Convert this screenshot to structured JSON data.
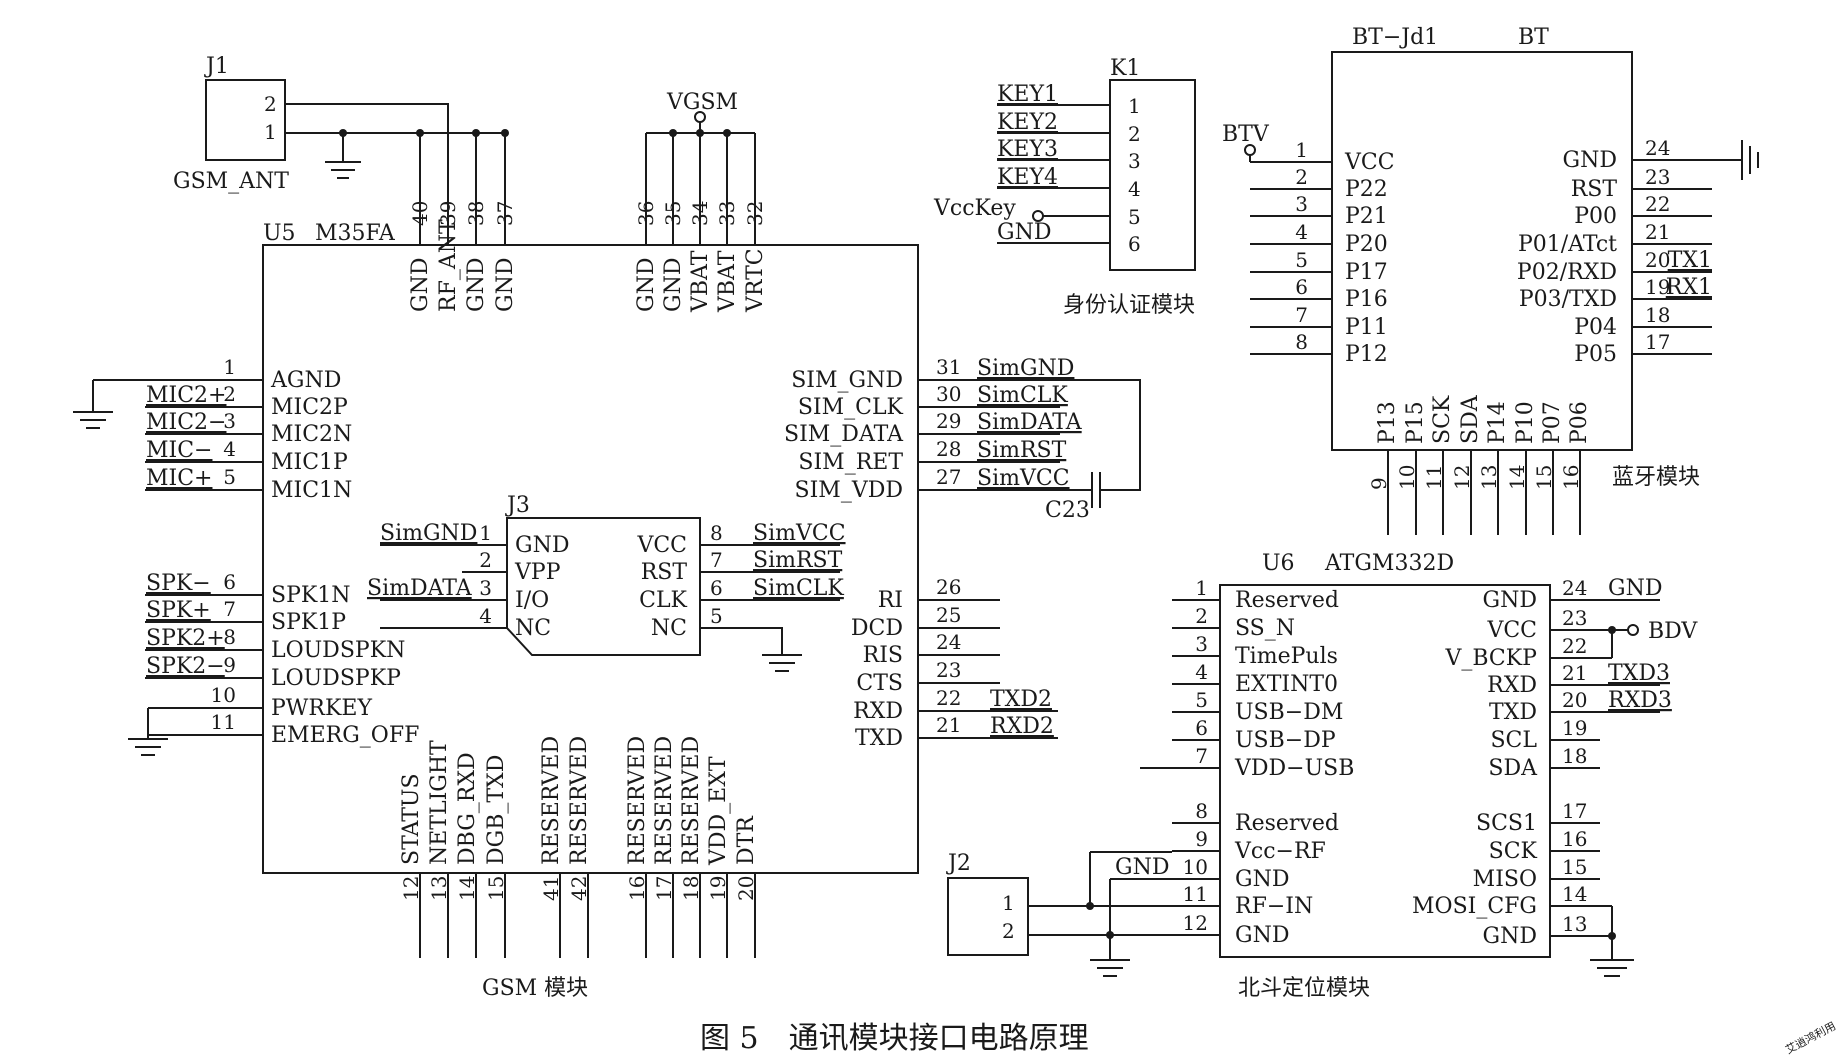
{
  "caption": "图 5　通讯模块接口电路原理",
  "watermark": "艾逍鸿利用",
  "modules": {
    "j1": {
      "ref": "J1",
      "name": "GSM_ANT",
      "pins": [
        "2",
        "1"
      ]
    },
    "u5": {
      "ref": "U5",
      "part": "M35FA",
      "label": "GSM 模块",
      "vgsm": "VGSM",
      "top_pins": [
        {
          "num": "40",
          "name": "GND"
        },
        {
          "num": "39",
          "name": "RF_ANT"
        },
        {
          "num": "38",
          "name": "GND"
        },
        {
          "num": "37",
          "name": "GND"
        },
        {
          "num": "36",
          "name": "GND"
        },
        {
          "num": "35",
          "name": "GND"
        },
        {
          "num": "34",
          "name": "VBAT"
        },
        {
          "num": "33",
          "name": "VBAT"
        },
        {
          "num": "32",
          "name": "VRTC"
        }
      ],
      "left_pins": [
        {
          "num": "1",
          "name": "AGND",
          "net": ""
        },
        {
          "num": "2",
          "name": "MIC2P",
          "net": "MIC2+"
        },
        {
          "num": "3",
          "name": "MIC2N",
          "net": "MIC2−"
        },
        {
          "num": "4",
          "name": "MIC1P",
          "net": "MIC−"
        },
        {
          "num": "5",
          "name": "MIC1N",
          "net": "MIC+"
        },
        {
          "num": "6",
          "name": "SPK1N",
          "net": "SPK−"
        },
        {
          "num": "7",
          "name": "SPK1P",
          "net": "SPK+"
        },
        {
          "num": "8",
          "name": "LOUDSPKN",
          "net": "SPK2+"
        },
        {
          "num": "9",
          "name": "LOUDSPKP",
          "net": "SPK2−"
        },
        {
          "num": "10",
          "name": "PWRKEY",
          "net": ""
        },
        {
          "num": "11",
          "name": "EMERG_OFF",
          "net": ""
        }
      ],
      "right_pins": [
        {
          "num": "31",
          "name": "SIM_GND",
          "net": "SimGND"
        },
        {
          "num": "30",
          "name": "SIM_CLK",
          "net": "SimCLK"
        },
        {
          "num": "29",
          "name": "SIM_DATA",
          "net": "SimDATA"
        },
        {
          "num": "28",
          "name": "SIM_RET",
          "net": "SimRST"
        },
        {
          "num": "27",
          "name": "SIM_VDD",
          "net": "SimVCC"
        },
        {
          "num": "26",
          "name": "RI",
          "net": ""
        },
        {
          "num": "25",
          "name": "DCD",
          "net": ""
        },
        {
          "num": "24",
          "name": "RIS",
          "net": ""
        },
        {
          "num": "23",
          "name": "CTS",
          "net": ""
        },
        {
          "num": "22",
          "name": "RXD",
          "net": "TXD2"
        },
        {
          "num": "21",
          "name": "TXD",
          "net": "RXD2"
        }
      ],
      "bottom_pins": [
        {
          "num": "12",
          "name": "STATUS"
        },
        {
          "num": "13",
          "name": "NETLIGHT"
        },
        {
          "num": "14",
          "name": "DBG_RXD"
        },
        {
          "num": "15",
          "name": "DGB_TXD"
        },
        {
          "num": "41",
          "name": "RESERVED"
        },
        {
          "num": "42",
          "name": "RESERVED"
        },
        {
          "num": "16",
          "name": "RESERVED"
        },
        {
          "num": "17",
          "name": "RESERVED"
        },
        {
          "num": "18",
          "name": "RESERVED"
        },
        {
          "num": "19",
          "name": "VDD_EXT"
        },
        {
          "num": "20",
          "name": "DTR"
        }
      ],
      "cap": "C23"
    },
    "j3": {
      "ref": "J3",
      "left_pins": [
        {
          "num": "1",
          "name": "GND",
          "net": "SimGND"
        },
        {
          "num": "2",
          "name": "VPP",
          "net": ""
        },
        {
          "num": "3",
          "name": "I/O",
          "net": "SimDATA"
        },
        {
          "num": "4",
          "name": "NC",
          "net": ""
        }
      ],
      "right_pins": [
        {
          "num": "8",
          "name": "VCC",
          "net": "SimVCC"
        },
        {
          "num": "7",
          "name": "RST",
          "net": "SimRST"
        },
        {
          "num": "6",
          "name": "CLK",
          "net": "SimCLK"
        },
        {
          "num": "5",
          "name": "NC",
          "net": ""
        }
      ]
    },
    "k1": {
      "ref": "K1",
      "label": "身份认证模块",
      "pins": [
        {
          "num": "1",
          "net": "KEY1"
        },
        {
          "num": "2",
          "net": "KEY2"
        },
        {
          "num": "3",
          "net": "KEY3"
        },
        {
          "num": "4",
          "net": "KEY4"
        },
        {
          "num": "5",
          "net": "VccKey"
        },
        {
          "num": "6",
          "net": "GND"
        }
      ]
    },
    "bt": {
      "ref": "BT−Jd1",
      "part": "BT",
      "label": "蓝牙模块",
      "power": "BTV",
      "left_pins": [
        {
          "num": "1",
          "name": "VCC"
        },
        {
          "num": "2",
          "name": "P22"
        },
        {
          "num": "3",
          "name": "P21"
        },
        {
          "num": "4",
          "name": "P20"
        },
        {
          "num": "5",
          "name": "P17"
        },
        {
          "num": "6",
          "name": "P16"
        },
        {
          "num": "7",
          "name": "P11"
        },
        {
          "num": "8",
          "name": "P12"
        }
      ],
      "right_pins": [
        {
          "num": "24",
          "name": "GND",
          "net": ""
        },
        {
          "num": "23",
          "name": "RST",
          "net": ""
        },
        {
          "num": "22",
          "name": "P00",
          "net": ""
        },
        {
          "num": "21",
          "name": "P01/ATct",
          "net": ""
        },
        {
          "num": "20",
          "name": "P02/RXD",
          "net": "TX1"
        },
        {
          "num": "19",
          "name": "P03/TXD",
          "net": "RX1"
        },
        {
          "num": "18",
          "name": "P04",
          "net": ""
        },
        {
          "num": "17",
          "name": "P05",
          "net": ""
        }
      ],
      "bottom_pins": [
        {
          "num": "9",
          "name": "P13"
        },
        {
          "num": "10",
          "name": "P15"
        },
        {
          "num": "11",
          "name": "SCK"
        },
        {
          "num": "12",
          "name": "SDA"
        },
        {
          "num": "13",
          "name": "P14"
        },
        {
          "num": "14",
          "name": "P10"
        },
        {
          "num": "15",
          "name": "P07"
        },
        {
          "num": "16",
          "name": "P06"
        }
      ]
    },
    "u6": {
      "ref": "U6",
      "part": "ATGM332D",
      "label": "北斗定位模块",
      "power": "BDV",
      "gnd_net": "GND",
      "left_pins": [
        {
          "num": "1",
          "name": "Reserved"
        },
        {
          "num": "2",
          "name": "SS_N"
        },
        {
          "num": "3",
          "name": "TimePuls"
        },
        {
          "num": "4",
          "name": "EXTINT0"
        },
        {
          "num": "5",
          "name": "USB−DM"
        },
        {
          "num": "6",
          "name": "USB−DP"
        },
        {
          "num": "7",
          "name": "VDD−USB"
        },
        {
          "num": "8",
          "name": "Reserved"
        },
        {
          "num": "9",
          "name": "Vcc−RF"
        },
        {
          "num": "10",
          "name": "GND"
        },
        {
          "num": "11",
          "name": "RF−IN"
        },
        {
          "num": "12",
          "name": "GND"
        }
      ],
      "right_pins": [
        {
          "num": "24",
          "name": "GND",
          "net": "GND"
        },
        {
          "num": "23",
          "name": "VCC",
          "net": ""
        },
        {
          "num": "22",
          "name": "V_BCKP",
          "net": ""
        },
        {
          "num": "21",
          "name": "RXD",
          "net": "TXD3"
        },
        {
          "num": "20",
          "name": "TXD",
          "net": "RXD3"
        },
        {
          "num": "19",
          "name": "SCL",
          "net": ""
        },
        {
          "num": "18",
          "name": "SDA",
          "net": ""
        },
        {
          "num": "17",
          "name": "SCS1",
          "net": ""
        },
        {
          "num": "16",
          "name": "SCK",
          "net": ""
        },
        {
          "num": "15",
          "name": "MISO",
          "net": ""
        },
        {
          "num": "14",
          "name": "MOSI_CFG",
          "net": ""
        },
        {
          "num": "13",
          "name": "GND",
          "net": ""
        }
      ]
    },
    "j2": {
      "ref": "J2",
      "pins": [
        "1",
        "2"
      ]
    }
  }
}
